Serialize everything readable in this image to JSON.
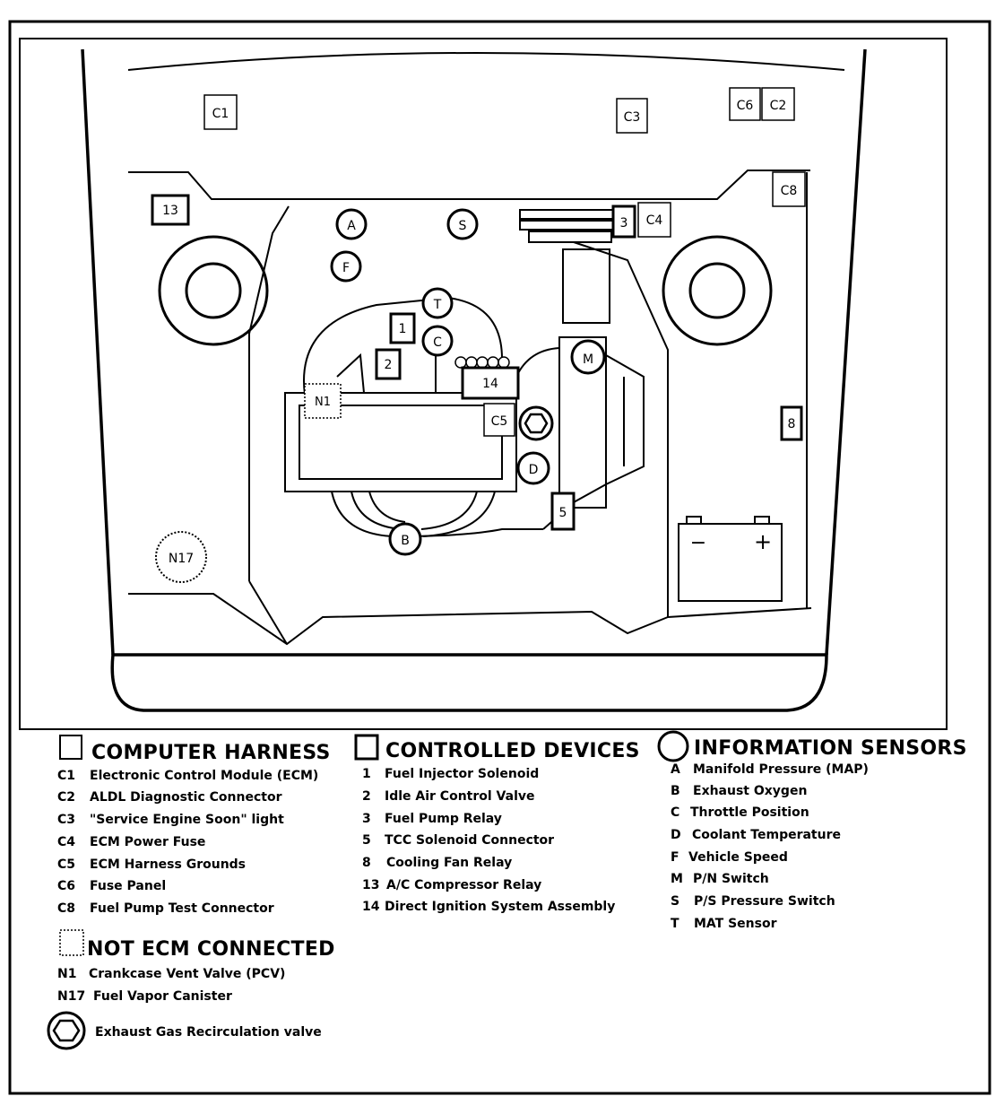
{
  "diagram_labels": {
    "c1": "C1",
    "c2": "C2",
    "c3": "C3",
    "c4": "C4",
    "c5": "C5",
    "c6": "C6",
    "c8": "C8",
    "d1": "1",
    "d2": "2",
    "d3": "3",
    "d5": "5",
    "d8": "8",
    "d13": "13",
    "d14": "14",
    "sA": "A",
    "sB": "B",
    "sC": "C",
    "sD": "D",
    "sF": "F",
    "sM": "M",
    "sS": "S",
    "sT": "T",
    "n1": "N1",
    "n17": "N17",
    "battery_minus": "−",
    "battery_plus": "+"
  },
  "legend": {
    "computer_harness": {
      "title": "COMPUTER HARNESS",
      "items": [
        {
          "code": "C1",
          "text": "Electronic Control Module (ECM)"
        },
        {
          "code": "C2",
          "text": "ALDL Diagnostic Connector"
        },
        {
          "code": "C3",
          "text": "\"Service Engine Soon\" light"
        },
        {
          "code": "C4",
          "text": "ECM Power Fuse"
        },
        {
          "code": "C5",
          "text": "ECM Harness Grounds"
        },
        {
          "code": "C6",
          "text": "Fuse Panel"
        },
        {
          "code": "C8",
          "text": "Fuel Pump Test Connector"
        }
      ]
    },
    "controlled_devices": {
      "title": "CONTROLLED DEVICES",
      "items": [
        {
          "code": "1",
          "text": "Fuel Injector Solenoid"
        },
        {
          "code": "2",
          "text": "Idle Air Control Valve"
        },
        {
          "code": "3",
          "text": "Fuel Pump Relay"
        },
        {
          "code": "5",
          "text": "TCC Solenoid Connector"
        },
        {
          "code": "8",
          "text": "Cooling Fan Relay"
        },
        {
          "code": "13",
          "text": "A/C Compressor Relay"
        },
        {
          "code": "14",
          "text": "Direct Ignition System Assembly"
        }
      ]
    },
    "information_sensors": {
      "title": "INFORMATION SENSORS",
      "items": [
        {
          "code": "A",
          "text": "Manifold Pressure (MAP)"
        },
        {
          "code": "B",
          "text": "Exhaust Oxygen"
        },
        {
          "code": "C",
          "text": "Throttle Position"
        },
        {
          "code": "D",
          "text": "Coolant Temperature"
        },
        {
          "code": "F",
          "text": "Vehicle Speed"
        },
        {
          "code": "M",
          "text": "P/N Switch"
        },
        {
          "code": "S",
          "text": "P/S Pressure Switch"
        },
        {
          "code": "T",
          "text": "MAT Sensor"
        }
      ]
    },
    "not_ecm_connected": {
      "title": "NOT ECM CONNECTED",
      "items": [
        {
          "code": "N1",
          "text": "Crankcase Vent Valve (PCV)"
        },
        {
          "code": "N17",
          "text": "Fuel Vapor Canister"
        }
      ]
    },
    "egr": {
      "text": "Exhaust Gas Recirculation valve"
    }
  }
}
